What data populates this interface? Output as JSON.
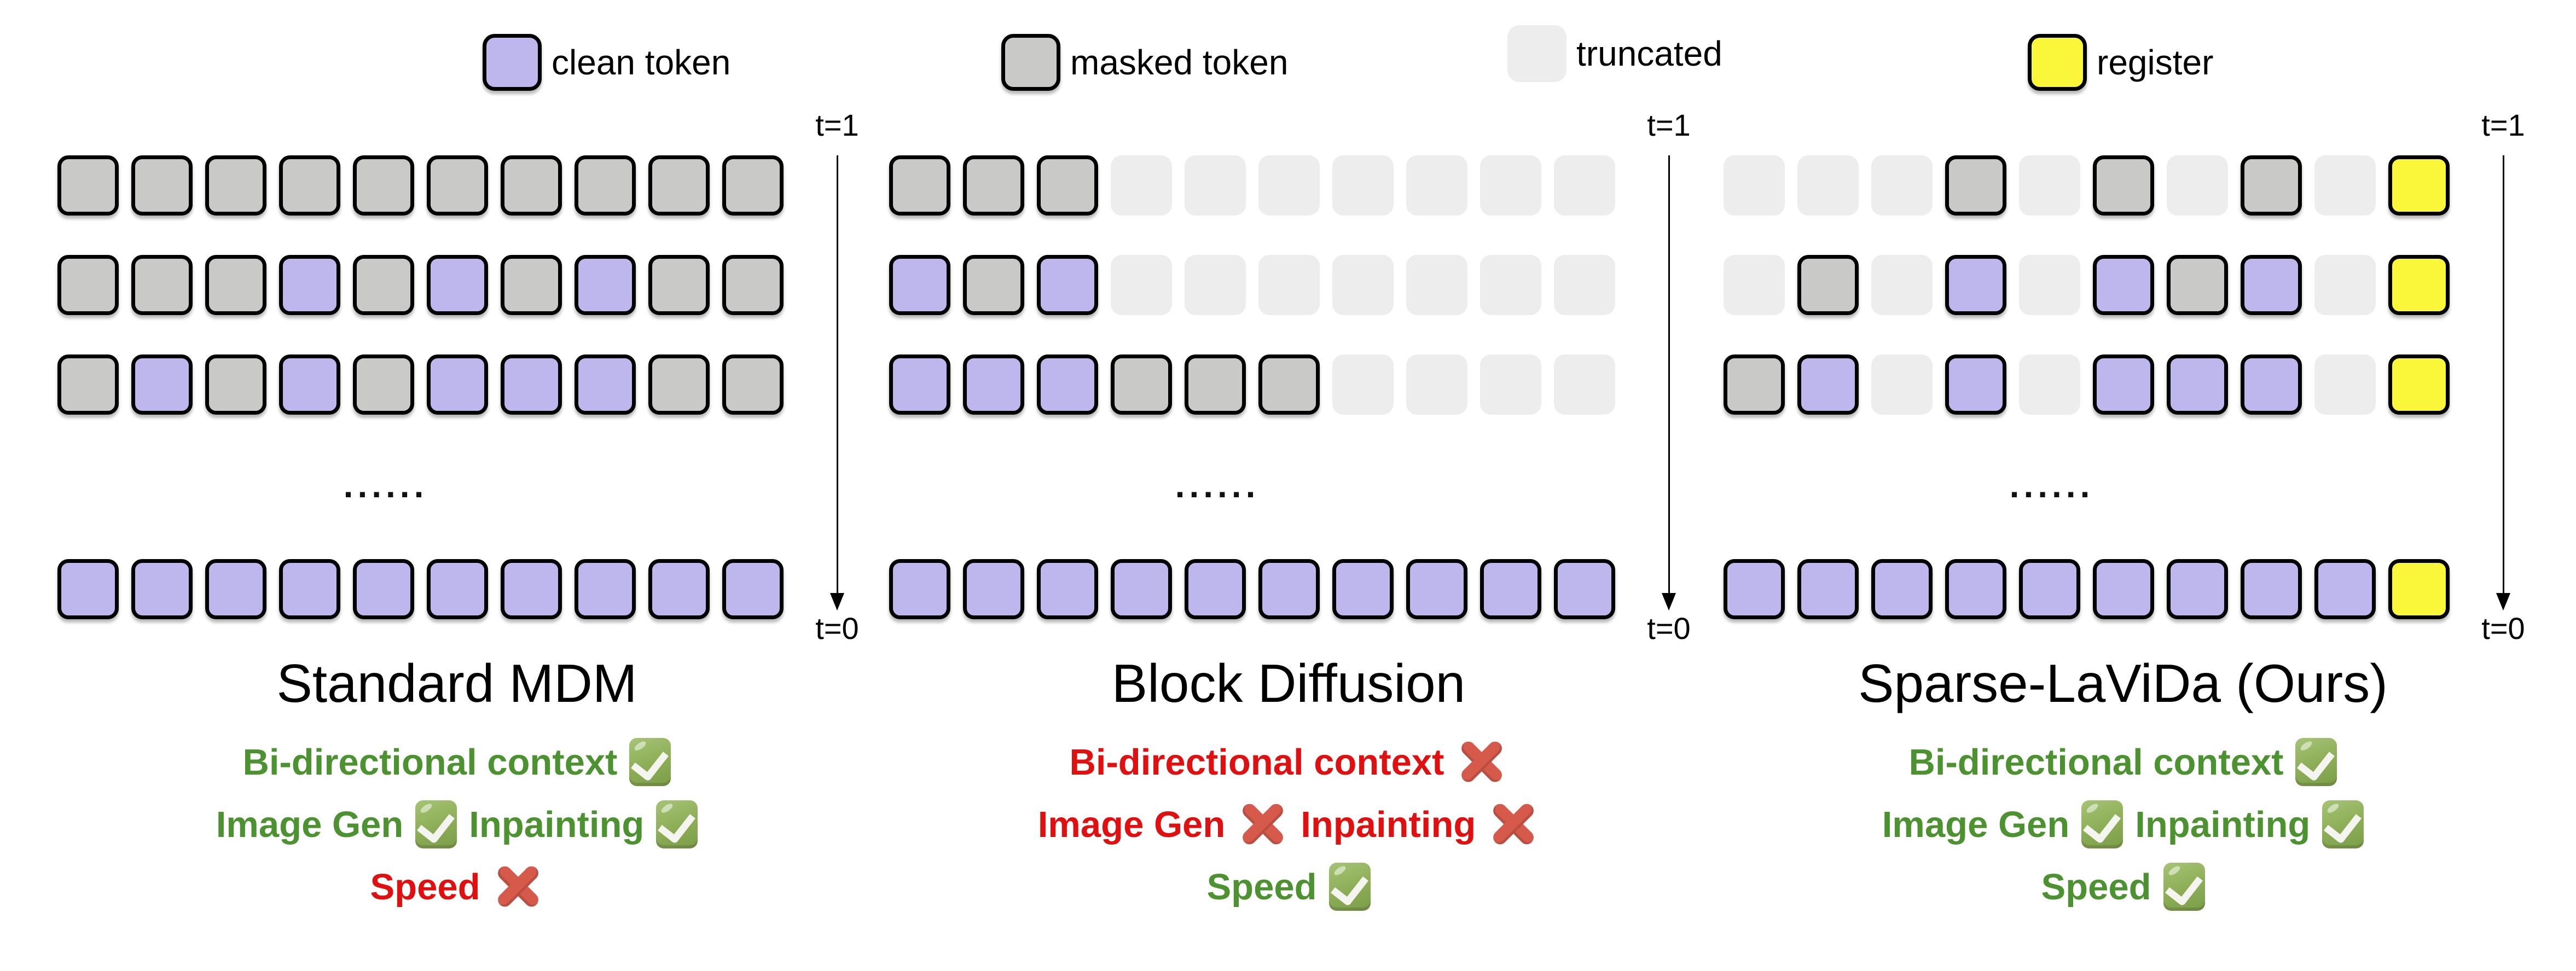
{
  "legend": {
    "items": [
      {
        "label": "clean token",
        "type": "clean"
      },
      {
        "label": "masked token",
        "type": "masked"
      },
      {
        "label": "truncated",
        "type": "truncated"
      },
      {
        "label": "register",
        "type": "register"
      }
    ]
  },
  "token_colors": {
    "clean": "#BDB7EE",
    "masked": "#C9C9C8",
    "truncated": "#EDEDED",
    "register": "#FAF63A",
    "border": "#000000"
  },
  "text_colors": {
    "green": "#4D9230",
    "red": "#E01010",
    "title": "#000000"
  },
  "timeline": {
    "top_label": "t=1",
    "bottom_label": "t=0"
  },
  "panels": [
    {
      "title": "Standard MDM",
      "dots": "......",
      "rows": [
        [
          "masked",
          "masked",
          "masked",
          "masked",
          "masked",
          "masked",
          "masked",
          "masked",
          "masked",
          "masked"
        ],
        [
          "masked",
          "masked",
          "masked",
          "clean",
          "masked",
          "clean",
          "masked",
          "clean",
          "masked",
          "masked"
        ],
        [
          "masked",
          "clean",
          "masked",
          "clean",
          "masked",
          "clean",
          "clean",
          "clean",
          "masked",
          "masked"
        ],
        [
          "clean",
          "clean",
          "clean",
          "clean",
          "clean",
          "clean",
          "clean",
          "clean",
          "clean",
          "clean"
        ]
      ],
      "features": [
        [
          {
            "text": "Bi-directional context",
            "color": "green"
          },
          {
            "mark": "check"
          }
        ],
        [
          {
            "text": "Image Gen",
            "color": "green"
          },
          {
            "mark": "check"
          },
          {
            "text": "Inpainting",
            "color": "green"
          },
          {
            "mark": "check"
          }
        ],
        [
          {
            "text": "Speed",
            "color": "red"
          },
          {
            "mark": "cross"
          }
        ]
      ]
    },
    {
      "title": "Block Diffusion",
      "dots": "......",
      "rows": [
        [
          "masked",
          "masked",
          "masked",
          "truncated",
          "truncated",
          "truncated",
          "truncated",
          "truncated",
          "truncated",
          "truncated"
        ],
        [
          "clean",
          "masked",
          "clean",
          "truncated",
          "truncated",
          "truncated",
          "truncated",
          "truncated",
          "truncated",
          "truncated"
        ],
        [
          "clean",
          "clean",
          "clean",
          "masked",
          "masked",
          "masked",
          "truncated",
          "truncated",
          "truncated",
          "truncated"
        ],
        [
          "clean",
          "clean",
          "clean",
          "clean",
          "clean",
          "clean",
          "clean",
          "clean",
          "clean",
          "clean"
        ]
      ],
      "features": [
        [
          {
            "text": "Bi-directional context",
            "color": "red"
          },
          {
            "mark": "cross"
          }
        ],
        [
          {
            "text": "Image Gen",
            "color": "red"
          },
          {
            "mark": "cross"
          },
          {
            "text": "Inpainting",
            "color": "red"
          },
          {
            "mark": "cross"
          }
        ],
        [
          {
            "text": "Speed",
            "color": "green"
          },
          {
            "mark": "check"
          }
        ]
      ]
    },
    {
      "title": "Sparse-LaViDa (Ours)",
      "dots": "......",
      "rows": [
        [
          "truncated",
          "truncated",
          "truncated",
          "masked",
          "truncated",
          "masked",
          "truncated",
          "masked",
          "truncated",
          "register"
        ],
        [
          "truncated",
          "masked",
          "truncated",
          "clean",
          "truncated",
          "clean",
          "masked",
          "clean",
          "truncated",
          "register"
        ],
        [
          "masked",
          "clean",
          "truncated",
          "clean",
          "truncated",
          "clean",
          "clean",
          "clean",
          "truncated",
          "register"
        ],
        [
          "clean",
          "clean",
          "clean",
          "clean",
          "clean",
          "clean",
          "clean",
          "clean",
          "clean",
          "register"
        ]
      ],
      "features": [
        [
          {
            "text": "Bi-directional context",
            "color": "green"
          },
          {
            "mark": "check"
          }
        ],
        [
          {
            "text": "Image Gen",
            "color": "green"
          },
          {
            "mark": "check"
          },
          {
            "text": "Inpainting",
            "color": "green"
          },
          {
            "mark": "check"
          }
        ],
        [
          {
            "text": "Speed",
            "color": "green"
          },
          {
            "mark": "check"
          }
        ]
      ]
    }
  ]
}
